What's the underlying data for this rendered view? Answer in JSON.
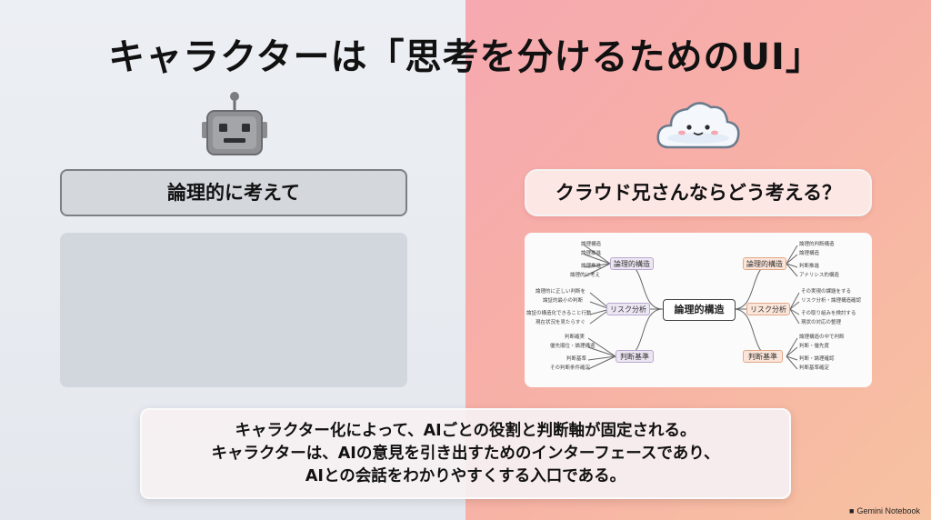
{
  "title": "キャラクターは「思考を分けるためのUI」",
  "left": {
    "icon": "robot-icon",
    "label": "論理的に考えて"
  },
  "right": {
    "icon": "cloud-character-icon",
    "label": "クラウド兄さんならどう考える？",
    "mindmap": {
      "center": "論理的構造",
      "nodes": [
        {
          "label": "論理的構造",
          "leaves": [
            "論理構造",
            "論理推進",
            "論理推進",
            "論理的に考え"
          ]
        },
        {
          "label": "リスク分析",
          "leaves": [
            "論理的に正しい判断を",
            "論証的最小の判断",
            "論証の構造化できること行動",
            "現在状況を見たらすぐ"
          ]
        },
        {
          "label": "判断基準",
          "leaves": [
            "判断確実",
            "優先順位・論理構造",
            "判断基準",
            "その判断条件確定"
          ]
        },
        {
          "label": "論理的構造",
          "leaves": [
            "論理的判断構造",
            "論理構造",
            "判断推進",
            "アナリシス的構造"
          ]
        },
        {
          "label": "リスク分析",
          "leaves": [
            "その実現の課題をする",
            "リスク分析・論理構造確認",
            "その取り組みを検討する",
            "現状の対応の整理"
          ]
        },
        {
          "label": "判断基準",
          "leaves": [
            "論理構造の中で判断",
            "判断・優先度",
            "判断・論理確認",
            "判断基準確定"
          ]
        }
      ]
    }
  },
  "summary": {
    "line1": "キャラクター化によって、AIごとの役割と判断軸が固定される。",
    "line2": "キャラクターは、AIの意見を引き出すためのインターフェースであり、",
    "line3": "AIとの会話をわかりやすくする入口である。"
  },
  "brand": {
    "icon": "notebook-icon",
    "label": "Gemini Notebook"
  }
}
